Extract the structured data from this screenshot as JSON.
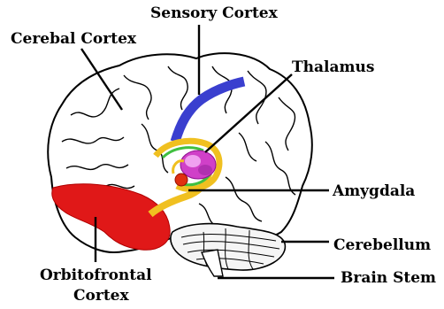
{
  "diagram": {
    "labels": {
      "sensory_cortex": "Sensory Cortex",
      "cerebal_cortex": "Cerebal Cortex",
      "thalamus": "Thalamus",
      "amygdala": "Amygdala",
      "cerebellum": "Cerebellum",
      "brain_stem": "Brain Stem",
      "orbitofrontal_line1": "Orbitofrontal",
      "orbitofrontal_line2": "Cortex"
    },
    "colors": {
      "sensory_pathway": "#3a3fcf",
      "orbitofrontal": "#e01818",
      "thalamus": "#d040c8",
      "pathway": "#f0c020",
      "amygdala": "#e03010",
      "limbic_green": "#40c040"
    }
  }
}
